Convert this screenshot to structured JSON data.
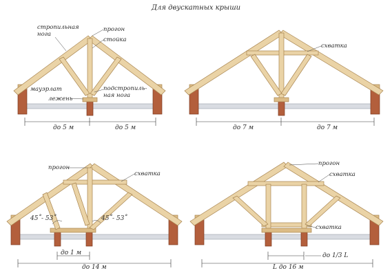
{
  "title": "Для двускатных крыши",
  "colors": {
    "timber": "#ead3a6",
    "timber_edge": "#a8844f",
    "wall": "#b35f3c",
    "floor": "#d9dce2"
  },
  "diagram1": {
    "labels": {
      "rafter": "стропильная",
      "rafter2": "нога",
      "purlin": "прогон",
      "post": "стойка",
      "mauerlat": "мауэрлат",
      "sill": "лежень",
      "strut": "подстропиль-",
      "strut2": "ная нога"
    },
    "dims": {
      "left": "до 5 м",
      "right": "до 5 м"
    }
  },
  "diagram2": {
    "labels": {
      "collar": "схватка"
    },
    "dims": {
      "left": "до 7 м",
      "right": "до 7 м"
    }
  },
  "diagram3": {
    "labels": {
      "purlin": "прогон",
      "collar": "схватка"
    },
    "angles": {
      "left": "45˚- 53˚",
      "right": "45˚- 53˚"
    },
    "dims": {
      "inner": "до 1 м",
      "total": "до 14 м"
    }
  },
  "diagram4": {
    "labels": {
      "purlin": "прогон",
      "collar": "схватка",
      "collar_low": "схватка"
    },
    "dims": {
      "inner": "до 1/3 L",
      "total": "L до 16 м"
    }
  }
}
